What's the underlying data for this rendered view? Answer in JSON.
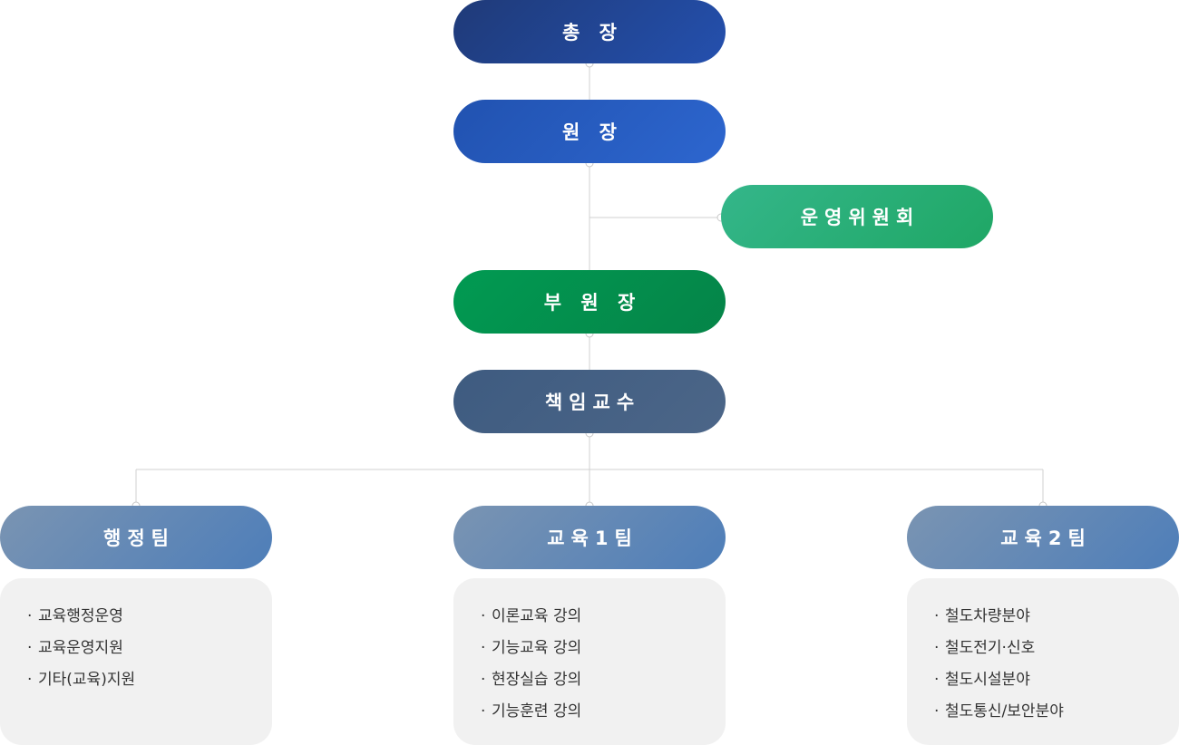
{
  "org_chart": {
    "president": "총 장",
    "director": "원 장",
    "committee": "운영위원회",
    "vice_director": "부 원 장",
    "professor": "책임교수",
    "teams": [
      {
        "name": "행정팀",
        "duties": [
          "교육행정운영",
          "교육운영지원",
          "기타(교육)지원"
        ]
      },
      {
        "name": "교육1팀",
        "duties": [
          "이론교육 강의",
          "기능교육 강의",
          "현장실습 강의",
          "기능훈련 강의"
        ]
      },
      {
        "name": "교육2팀",
        "duties": [
          "철도차량분야",
          "철도전기·신호",
          "철도시설분야",
          "철도통신/보안분야"
        ]
      }
    ],
    "bullet": "·"
  },
  "colors": {
    "line": "#d0d0d0",
    "dot_stroke": "#c8c8c8",
    "box_bg": "#f1f1f1"
  }
}
